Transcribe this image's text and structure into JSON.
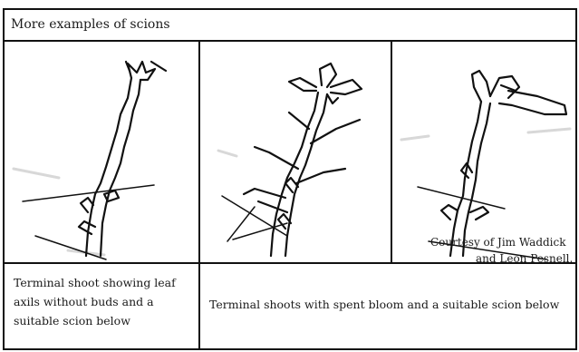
{
  "title": "More examples of scions",
  "credit": {
    "line1": "Courtesy of Jim Waddick",
    "line2": "and Leon Pesnell."
  },
  "captions": {
    "first": "Terminal shoot showing leaf axils without buds and a suitable scion below",
    "second": "Terminal shoots with spent bloom and a suitable scion below"
  },
  "icons": [
    "scion-drawing-1-icon",
    "scion-drawing-2-icon",
    "scion-drawing-3-icon"
  ]
}
